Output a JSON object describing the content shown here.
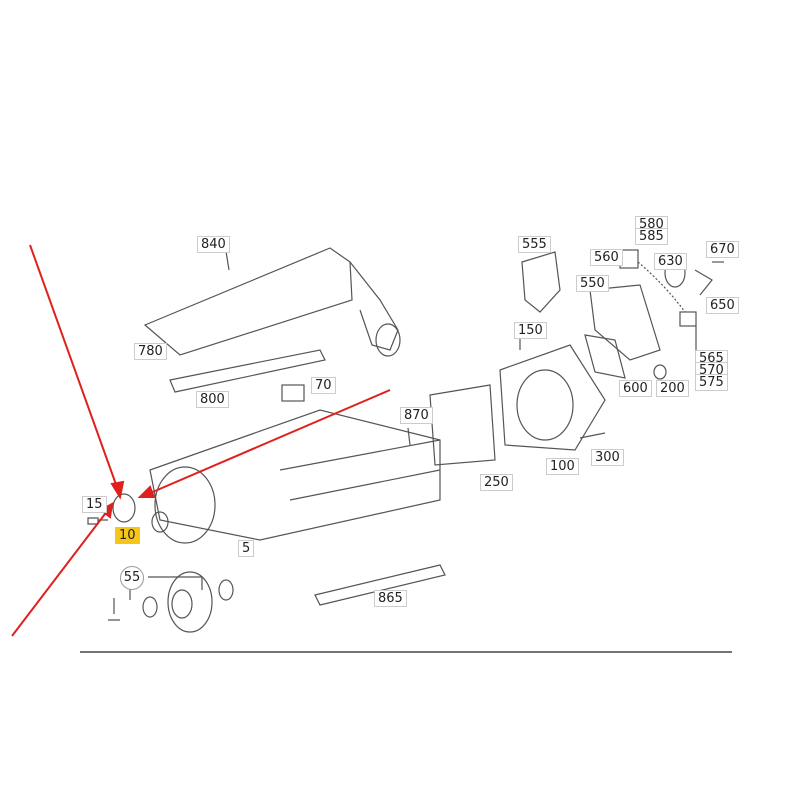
{
  "diagram": {
    "highlight_color": "#f5c518",
    "arrow_color": "#e0201c",
    "highlighted_part": "10",
    "labels": {
      "p840": "840",
      "p780": "780",
      "p800": "800",
      "p70": "70",
      "p870": "870",
      "p15": "15",
      "p10": "10",
      "p5": "5",
      "p55": "55",
      "p865": "865",
      "p250": "250",
      "p150": "150",
      "p100": "100",
      "p300": "300",
      "p555": "555",
      "p550": "550",
      "p560": "560",
      "p580": "580",
      "p585": "585",
      "p630": "630",
      "p670": "670",
      "p650": "650",
      "p565": "565",
      "p570": "570",
      "p575": "575",
      "p600": "600",
      "p200": "200"
    }
  }
}
